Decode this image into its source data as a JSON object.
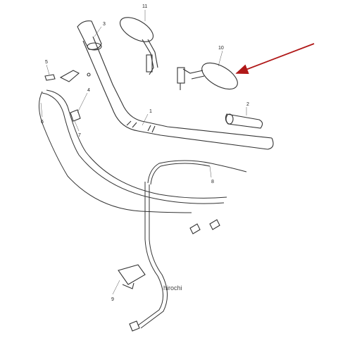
{
  "callouts": {
    "n1": "1",
    "n2": "2",
    "n3": "3",
    "n4": "4",
    "n5": "5",
    "n6": "6",
    "n7": "7",
    "n8": "8",
    "n9": "9",
    "n10": "10",
    "n11": "11"
  },
  "watermark": "hirochi",
  "colors": {
    "line": "#333333",
    "pointer_arrow": "#b01818",
    "background": "#ffffff"
  }
}
